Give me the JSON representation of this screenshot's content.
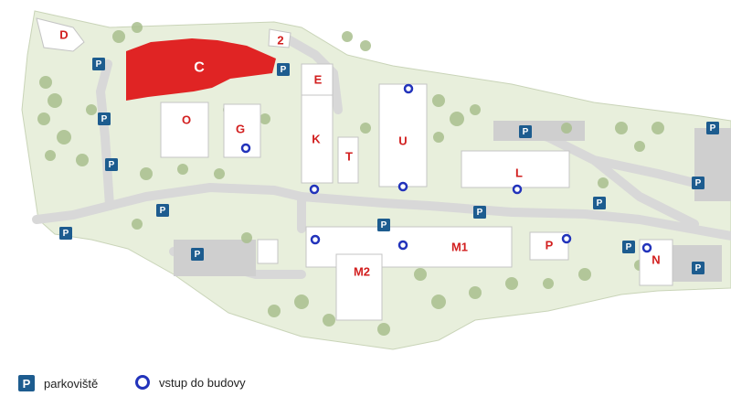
{
  "buildings": [
    {
      "id": "C",
      "label": "C"
    },
    {
      "id": "D",
      "label": "D"
    },
    {
      "id": "2",
      "label": "2"
    },
    {
      "id": "E",
      "label": "E"
    },
    {
      "id": "K",
      "label": "K"
    },
    {
      "id": "T",
      "label": "T"
    },
    {
      "id": "U",
      "label": "U"
    },
    {
      "id": "O",
      "label": "O"
    },
    {
      "id": "G",
      "label": "G"
    },
    {
      "id": "L",
      "label": "L"
    },
    {
      "id": "M1",
      "label": "M1"
    },
    {
      "id": "M2",
      "label": "M2"
    },
    {
      "id": "P",
      "label": "P"
    },
    {
      "id": "N",
      "label": "N"
    }
  ],
  "parking_symbol": "P",
  "colors": {
    "highlight": "#e02424",
    "parking": "#1d5c8f",
    "entrance": "#2233bb",
    "label": "#d21f1f",
    "green": "#e8efdc"
  },
  "legend": {
    "parking_symbol": "P",
    "parking_label": "parkoviště",
    "entrance_label": "vstup do budovy"
  }
}
